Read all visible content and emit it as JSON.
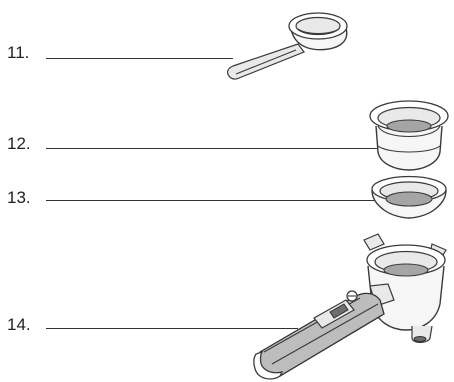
{
  "callouts": [
    {
      "number": "11.",
      "part_icon": "measuring-scoop-icon"
    },
    {
      "number": "12.",
      "part_icon": "single-filter-icon"
    },
    {
      "number": "13.",
      "part_icon": "double-filter-icon"
    },
    {
      "number": "14.",
      "part_icon": "filter-holder-icon"
    }
  ],
  "colors": {
    "line": "#333333",
    "filter_mesh": "#a5a5a5",
    "handle": "#bdbdbd"
  }
}
